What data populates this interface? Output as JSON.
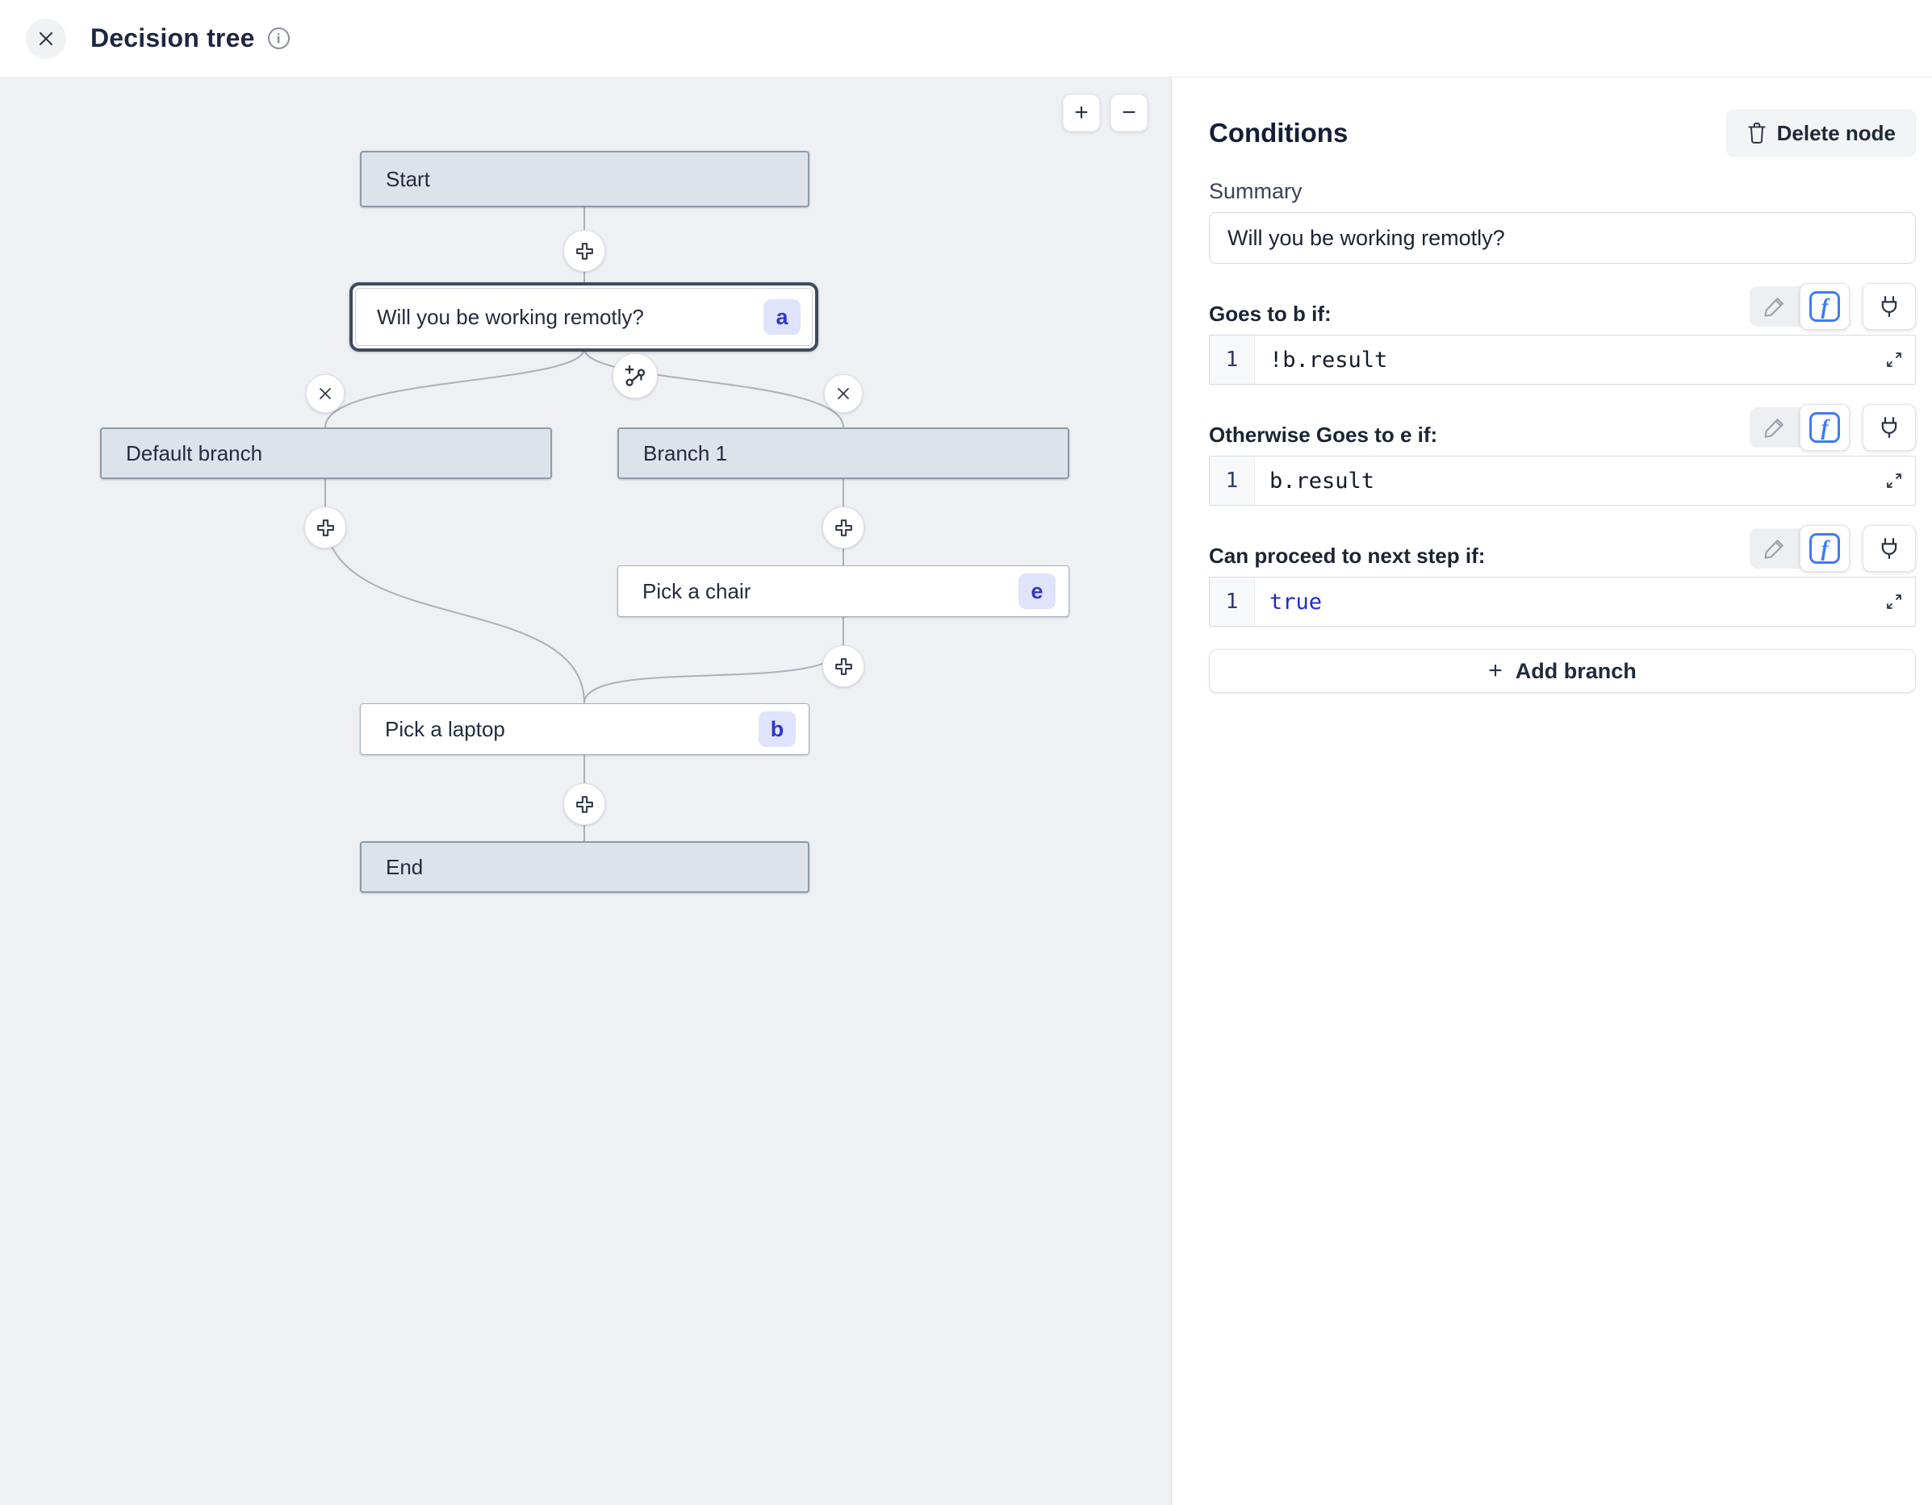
{
  "header": {
    "title": "Decision tree"
  },
  "canvas": {
    "zoom_in": "+",
    "zoom_out": "−",
    "nodes": [
      {
        "id": "start",
        "label": "Start"
      },
      {
        "id": "question",
        "label": "Will you be working remotly?",
        "badge": "a"
      },
      {
        "id": "default-branch",
        "label": "Default branch"
      },
      {
        "id": "branch-1",
        "label": "Branch 1"
      },
      {
        "id": "pick-chair",
        "label": "Pick a chair",
        "badge": "e"
      },
      {
        "id": "pick-laptop",
        "label": "Pick a laptop",
        "badge": "b"
      },
      {
        "id": "end",
        "label": "End"
      }
    ]
  },
  "panel": {
    "title": "Conditions",
    "delete_button": "Delete node",
    "summary_label": "Summary",
    "summary_value": "Will you be working remotly?",
    "sections": [
      {
        "label": "Goes to b if:",
        "line": "1",
        "code": "!b.result"
      },
      {
        "label": "Otherwise Goes to e if:",
        "line": "1",
        "code": "b.result"
      },
      {
        "label": "Can proceed to next step if:",
        "line": "1",
        "code": "true"
      }
    ],
    "add_branch_label": "Add branch"
  },
  "icons": {
    "close": "close-icon",
    "info": "info-icon",
    "trash": "trash-icon",
    "pencil": "pencil-icon",
    "fx": "fx-icon",
    "plug": "plug-icon",
    "expand": "expand-icon",
    "add-step": "plus-circle-icon",
    "remove-branch": "x-circle-icon",
    "add-branch-node": "branch-add-icon"
  },
  "colors": {
    "canvas_bg": "#eef0f3",
    "node_gray": "#dce3eb",
    "node_border": "#8f9aa7",
    "selected_border": "#3f4a5c",
    "badge_bg": "#dfe3fc",
    "badge_text": "#3038c8",
    "accent_blue": "#3d7bf7",
    "code_keyword": "#1f2ad0",
    "connector": "#a9b0ba"
  }
}
